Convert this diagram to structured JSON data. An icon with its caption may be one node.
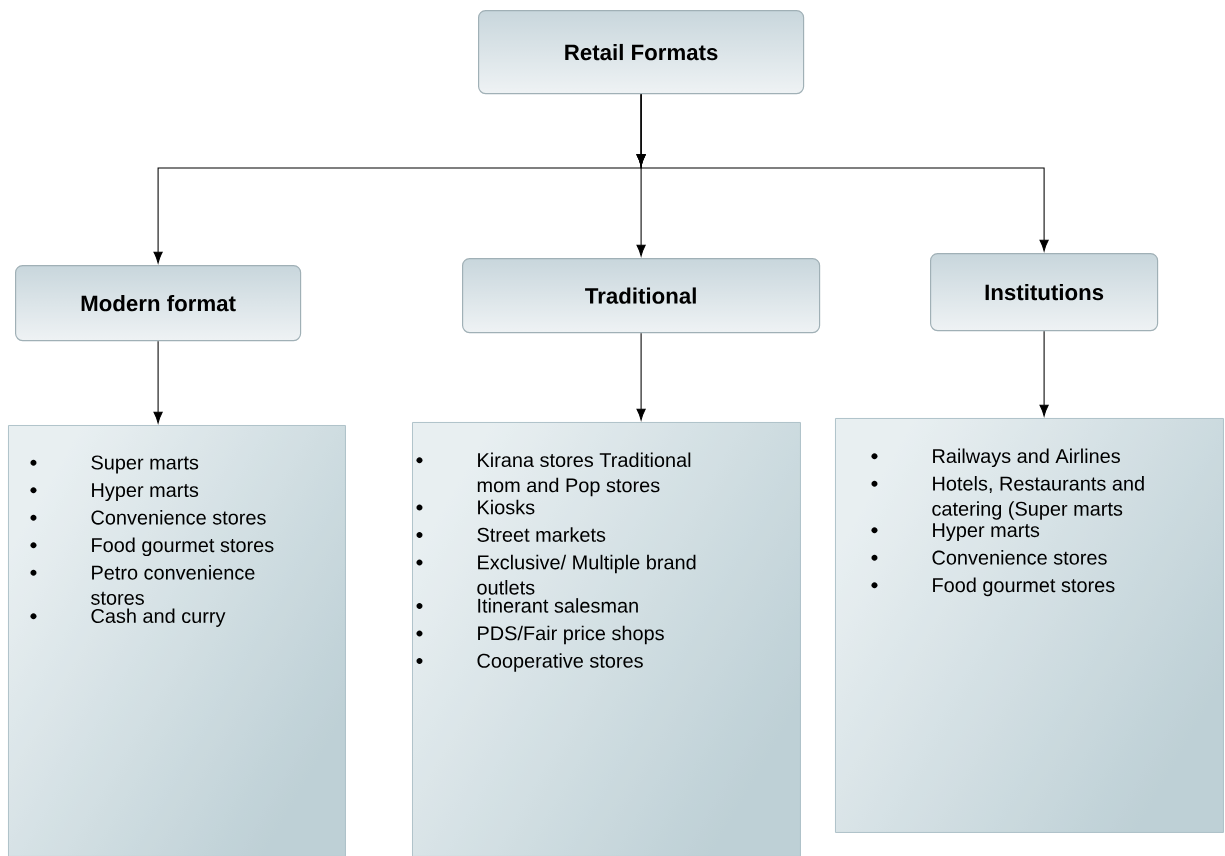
{
  "diagram": {
    "nodes": [
      {
        "text": [
          "Retail Formats"
        ]
      },
      {
        "text": [
          "Modern format"
        ]
      },
      {
        "text": [
          "Traditional"
        ]
      },
      {
        "text": [
          "Institutions"
        ]
      },
      {
        "text": [
          "Super marts",
          "Hyper marts",
          "Convenience stores",
          "Food gourmet stores",
          "Petro convenience stores",
          "Cash and curry"
        ]
      },
      {
        "text": [
          "Kirana stores Traditional mom and Pop stores",
          "Kiosks",
          "Street markets",
          "Exclusive/ Multiple brand outlets",
          "Itinerant salesman",
          "PDS/Fair price shops",
          "Cooperative stores"
        ]
      },
      {
        "text": [
          "Railways and Airlines",
          "Hotels, Restaurants and catering (Super marts",
          "Hyper marts",
          "Convenience stores",
          "Food gourmet stores"
        ]
      }
    ],
    "edges": [
      {
        "from": 0,
        "to": 1,
        "arrow": "to"
      },
      {
        "from": 0,
        "to": 2,
        "arrow": "to"
      },
      {
        "from": 0,
        "to": 3,
        "arrow": "to"
      },
      {
        "from": 1,
        "to": 4,
        "arrow": "to"
      },
      {
        "from": 2,
        "to": 5,
        "arrow": "to"
      },
      {
        "from": 3,
        "to": 6,
        "arrow": "to"
      }
    ]
  }
}
